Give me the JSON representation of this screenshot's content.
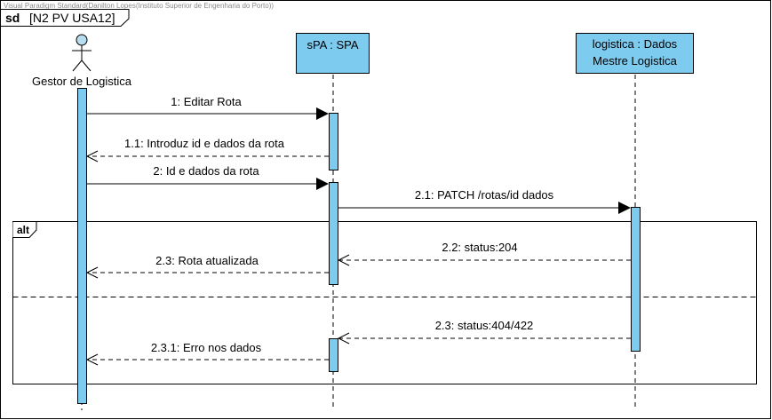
{
  "watermark": "Visual Paradigm Standard(Danilton Lopes(Instituto Superior de Engenharia do Porto))",
  "frame": {
    "keyword": "sd",
    "name": "[N2 PV USA12]"
  },
  "actor": {
    "label": "Gestor de Logistica"
  },
  "lifelines": {
    "spa": {
      "label": "sPA : SPA"
    },
    "logistica": {
      "line1": "logistica : Dados",
      "line2": "Mestre Logistica"
    }
  },
  "messages": {
    "m1": "1: Editar Rota",
    "m11": "1.1: Introduz id e dados da rota",
    "m2": "2: Id e dados da rota",
    "m21": "2.1: PATCH /rotas/id dados",
    "m22": "2.2: status:204",
    "m23": "2.3: Rota atualizada",
    "m23b": "2.3: status:404/422",
    "m231": "2.3.1: Erro nos dados"
  },
  "fragment": {
    "operator": "alt"
  },
  "colors": {
    "lifeline_fill": "#7ecbf0",
    "actor_fill": "#b8dcf0",
    "stroke": "#000000"
  }
}
